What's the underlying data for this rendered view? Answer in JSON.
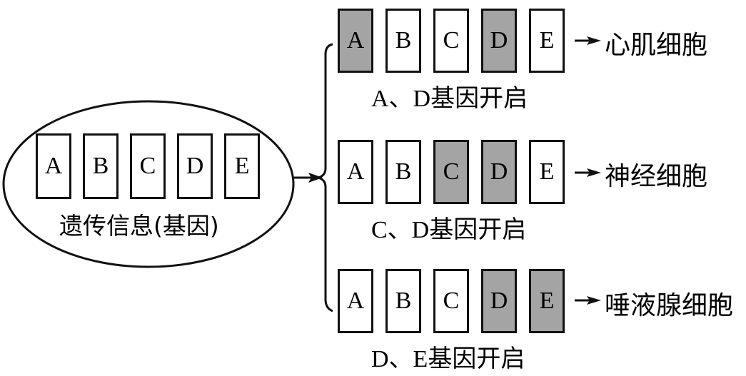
{
  "source": {
    "label": "遗传信息(基因)",
    "genes": [
      "A",
      "B",
      "C",
      "D",
      "E"
    ]
  },
  "rows": [
    {
      "genes": [
        "A",
        "B",
        "C",
        "D",
        "E"
      ],
      "active": [
        "A",
        "D"
      ],
      "caption": "A、D基因开启",
      "cell_type": "心肌细胞"
    },
    {
      "genes": [
        "A",
        "B",
        "C",
        "D",
        "E"
      ],
      "active": [
        "C",
        "D"
      ],
      "caption": "C、D基因开启",
      "cell_type": "神经细胞"
    },
    {
      "genes": [
        "A",
        "B",
        "C",
        "D",
        "E"
      ],
      "active": [
        "D",
        "E"
      ],
      "caption": "D、E基因开启",
      "cell_type": "唾液腺细胞"
    }
  ],
  "colors": {
    "active_fill": "#a4a4a4",
    "inactive_fill": "#ffffff",
    "stroke": "#111111"
  }
}
